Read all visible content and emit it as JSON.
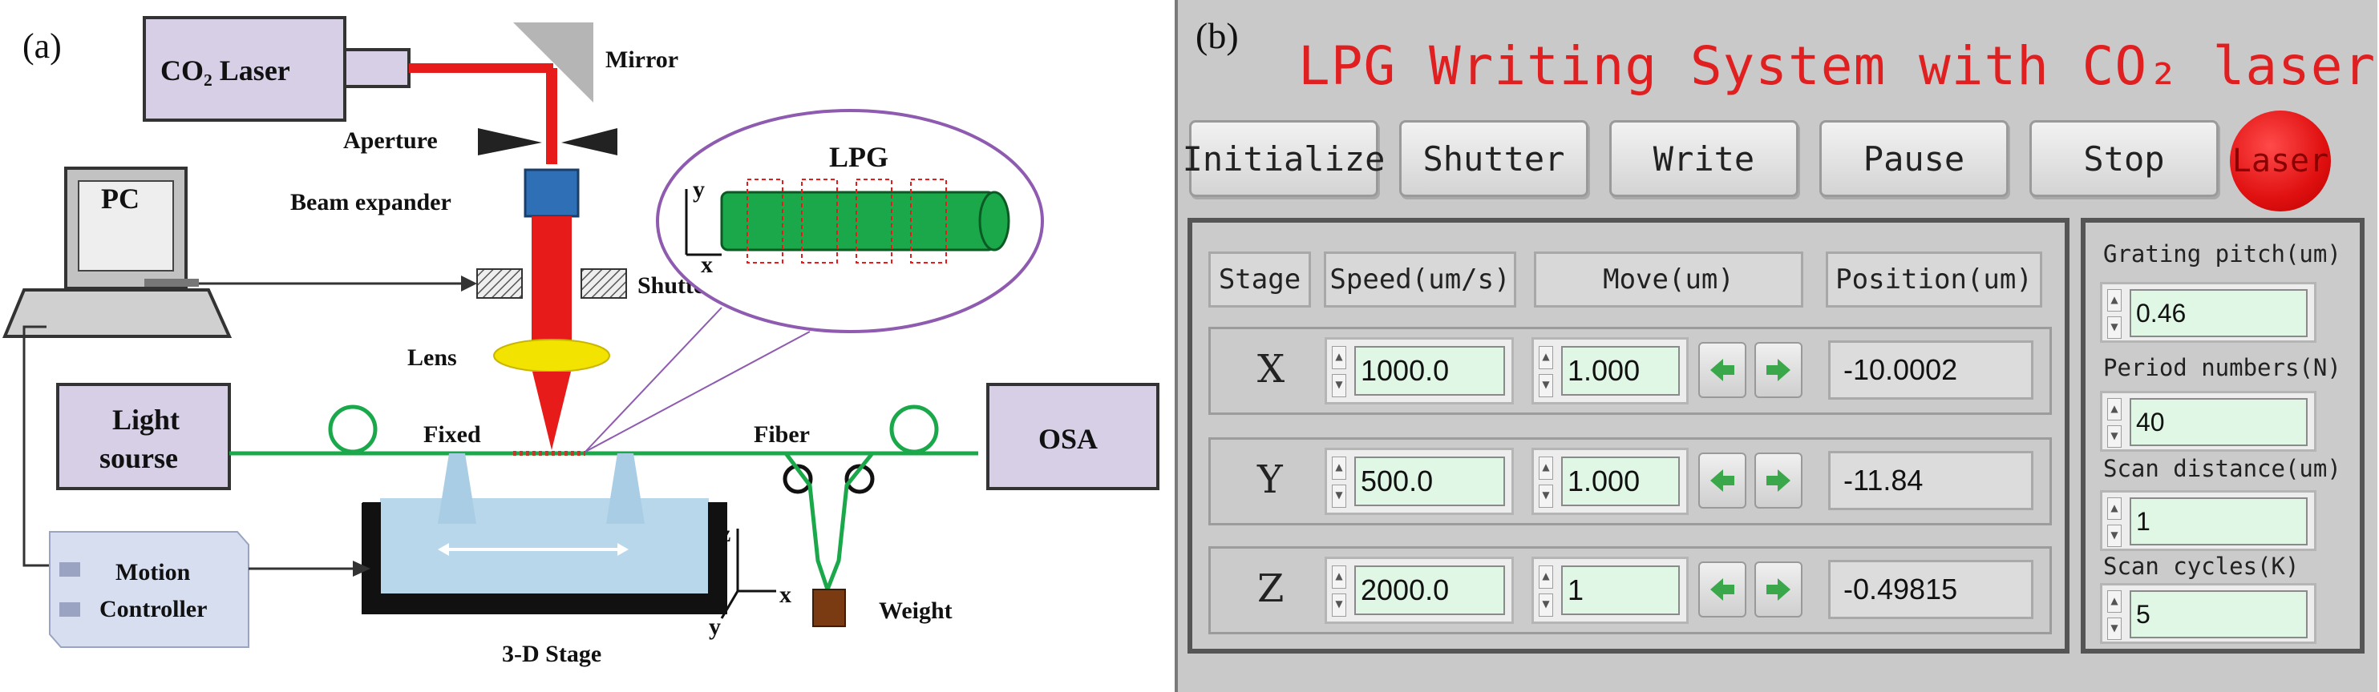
{
  "panel_a": {
    "letter": "(a)",
    "co2_laser": "CO₂ Laser",
    "mirror": "Mirror",
    "aperture": "Aperture",
    "beam_expander": "Beam expander",
    "pc": "PC",
    "shutter": "Shutter",
    "lens": "Lens",
    "lpg": "LPG",
    "inset_y": "y",
    "inset_x": "x",
    "light_source_line1": "Light",
    "light_source_line2": "sourse",
    "fixed": "Fixed",
    "fiber": "Fiber",
    "osa": "OSA",
    "motion_line1": "Motion",
    "motion_line2": "Controller",
    "stage": "3-D Stage",
    "axis_z": "z",
    "axis_x": "x",
    "axis_y": "y",
    "weight": "Weight"
  },
  "panel_b": {
    "letter": "(b)",
    "title": "LPG Writing System with CO₂ laser",
    "buttons": {
      "initialize": "Initialize",
      "shutter": "Shutter",
      "write": "Write",
      "pause": "Pause",
      "stop": "Stop"
    },
    "laser_indicator": "Laser",
    "headers": {
      "stage": "Stage",
      "speed": "Speed(um/s)",
      "move": "Move(um)",
      "position": "Position(um)"
    },
    "rows": [
      {
        "axis": "X",
        "speed": "1000.0",
        "move": "1.000",
        "position": "-10.0002"
      },
      {
        "axis": "Y",
        "speed": "500.0",
        "move": "1.000",
        "position": "-11.84"
      },
      {
        "axis": "Z",
        "speed": "2000.0",
        "move": "1",
        "position": "-0.49815"
      }
    ],
    "params": {
      "grating_pitch_label": "Grating pitch(um)",
      "grating_pitch": "0.46",
      "period_numbers_label": "Period numbers(N)",
      "period_numbers": "40",
      "scan_distance_label": "Scan distance(um)",
      "scan_distance": "1",
      "scan_cycles_label": "Scan cycles(K)",
      "scan_cycles": "5"
    },
    "colors": {
      "title": "#e02020",
      "laser_led": "#e01010",
      "field": "#dff7e4",
      "arrow": "#3aa84a"
    }
  }
}
